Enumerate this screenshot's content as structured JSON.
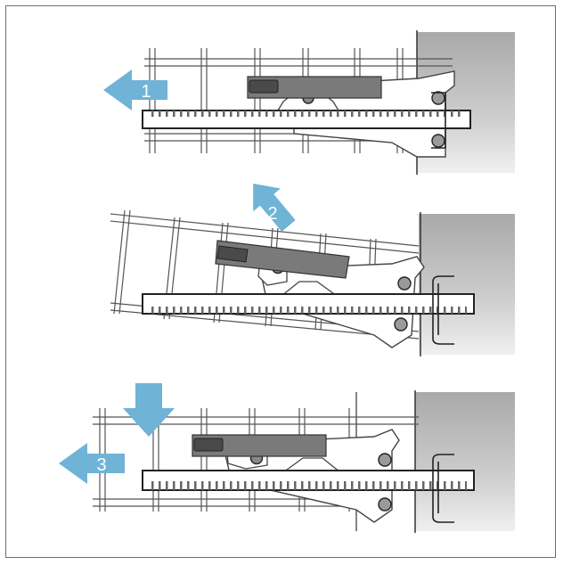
{
  "figure": {
    "steps": [
      {
        "label": "1",
        "action": "pull-left"
      },
      {
        "label": "2",
        "action": "lift-up"
      },
      {
        "label": "3",
        "action": "press-down-and-pull-left"
      }
    ],
    "colors": {
      "arrow": "#6fb3d6",
      "wall_dark": "#a9a9a9",
      "wall_light": "#ececec",
      "latch": "#7a7a7a",
      "latch_dark": "#4a4a4a",
      "rail_fill": "#ffffff",
      "rack_wire": "#555555",
      "frame_border": "#6e6e6e"
    }
  }
}
